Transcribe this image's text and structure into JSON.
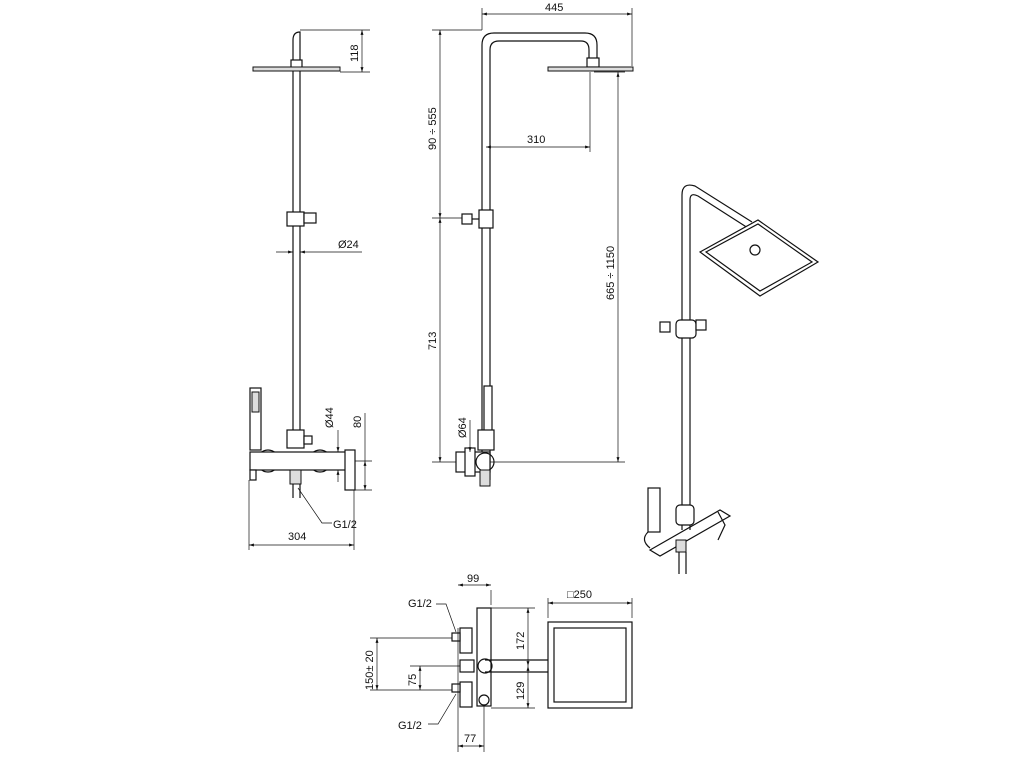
{
  "side_view": {
    "head_height": "118",
    "pipe_diameter": "Ø24",
    "body_diameter": "Ø44",
    "outlet_height": "80",
    "width": "304",
    "connection": "G1/2"
  },
  "front_view": {
    "arm_length": "445",
    "head_adjust": "90 ÷ 555",
    "head_offset": "310",
    "head_height_range": "665 ÷ 1150",
    "slider_height": "713",
    "body_diameter": "Ø64"
  },
  "plan_view": {
    "depth": "99",
    "inlet_top": "G1/2",
    "inlet_bottom": "G1/2",
    "centers": "150± 20",
    "offset": "75",
    "top_height": "172",
    "bottom_height": "129",
    "min_depth": "77",
    "head_size": "□250"
  }
}
